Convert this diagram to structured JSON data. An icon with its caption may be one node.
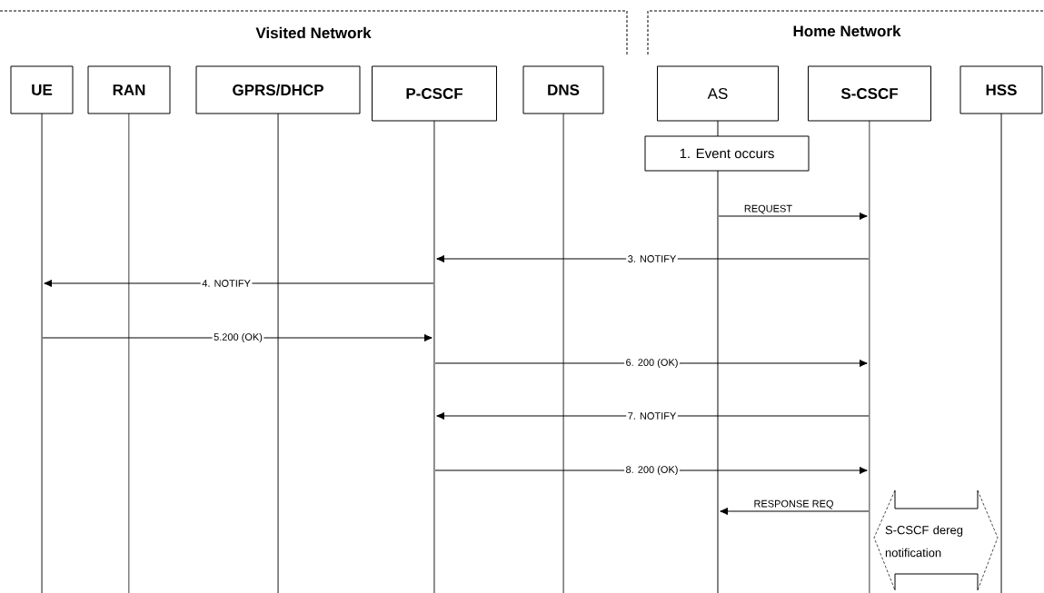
{
  "diagram": {
    "nodes": [
      {
        "text": [
          "Visited Network"
        ]
      },
      {
        "text": [
          "Home Network"
        ]
      },
      {
        "text": [
          "UE"
        ]
      },
      {
        "text": [
          "RAN"
        ]
      },
      {
        "text": [
          "GPRS/DHCP"
        ]
      },
      {
        "text": [
          "P-CSCF"
        ]
      },
      {
        "text": [
          "DNS"
        ]
      },
      {
        "text": [
          "AS"
        ]
      },
      {
        "text": [
          "S-CSCF"
        ]
      },
      {
        "text": [
          "HSS"
        ]
      },
      {
        "text": [
          "1. Event occurs"
        ]
      },
      {
        "text": [
          "S-CSCF dereg notification"
        ]
      },
      {
        "text": [],
        "shape": "line"
      },
      {
        "text": [],
        "shape": "line"
      },
      {
        "text": [],
        "shape": "line"
      },
      {
        "text": [],
        "shape": "line"
      },
      {
        "text": [],
        "shape": "line"
      },
      {
        "text": [],
        "shape": "line"
      },
      {
        "text": [],
        "shape": "line"
      },
      {
        "text": [],
        "shape": "line"
      }
    ],
    "edges": [
      {
        "from": 17,
        "to": 18,
        "arrow": "to",
        "label": "REQUEST"
      },
      {
        "from": 18,
        "to": 15,
        "arrow": "to",
        "label": "3. NOTIFY"
      },
      {
        "from": 15,
        "to": 12,
        "arrow": "to",
        "label": "4. NOTIFY"
      },
      {
        "from": 12,
        "to": 15,
        "arrow": "to",
        "label": "5.200 (OK)"
      },
      {
        "from": 15,
        "to": 18,
        "arrow": "to",
        "label": "6. 200 (OK)"
      },
      {
        "from": 18,
        "to": 15,
        "arrow": "to",
        "label": "7. NOTIFY"
      },
      {
        "from": 15,
        "to": 18,
        "arrow": "to",
        "label": "8. 200 (OK)"
      },
      {
        "from": 18,
        "to": 17,
        "arrow": "to",
        "label": "RESPONSE REQ"
      }
    ]
  }
}
